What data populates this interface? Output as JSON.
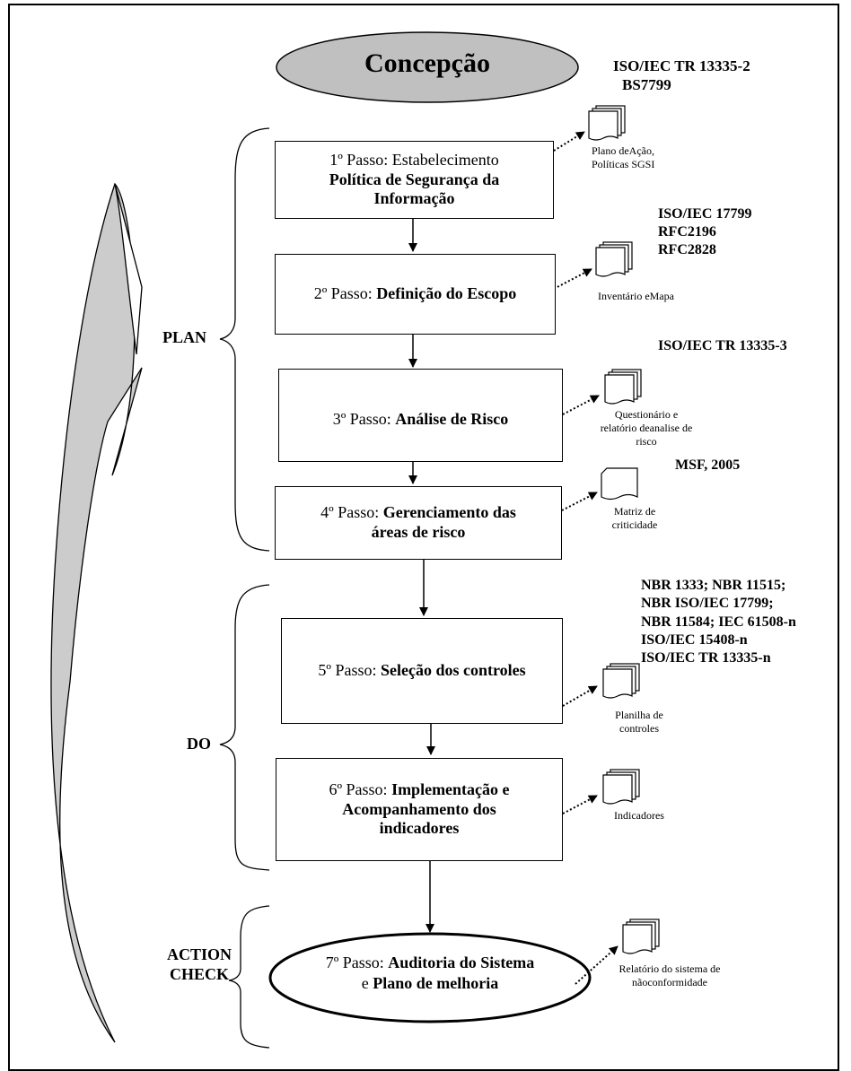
{
  "start": {
    "label": "Concepção"
  },
  "steps": [
    {
      "prefix": "1º Passo: Estabelecimento",
      "title_l1": "Política de Segurança da",
      "title_l2": "Informação"
    },
    {
      "prefix": "2º Passo:",
      "title": "Definição do Escopo"
    },
    {
      "prefix": "3º Passo:",
      "title": "Análise de Risco"
    },
    {
      "prefix": "4º Passo:",
      "title_l1": "Gerenciamento das",
      "title_l2": "áreas de risco"
    },
    {
      "prefix": "5º Passo:",
      "title": "Seleção dos controles"
    },
    {
      "prefix": "6º Passo:",
      "title_l1": "Implementação e",
      "title_l2": "Acompanhamento dos",
      "title_l3": "indicadores"
    },
    {
      "prefix": "7º Passo:",
      "title_l1": "Auditoria do Sistema",
      "conj": "e",
      "title_l2": "Plano de melhoria"
    }
  ],
  "references": {
    "r0": [
      "ISO/IEC TR 13335-2",
      "BS7799"
    ],
    "r2": [
      "ISO/IEC 17799",
      "RFC2196",
      "RFC2828"
    ],
    "r3": [
      "ISO/IEC TR 13335-3"
    ],
    "r4": [
      "MSF, 2005"
    ],
    "r5": [
      "NBR 1333; NBR 11515;",
      "NBR ISO/IEC 17799;",
      "NBR 11584; IEC 61508-n",
      "ISO/IEC 15408-n",
      "ISO/IEC TR 13335-n"
    ]
  },
  "outputs": {
    "o1": [
      "Plano deAção,",
      "Políticas SGSI"
    ],
    "o2": [
      "Inventário eMapa"
    ],
    "o3": [
      "Questionário e",
      "relatório deanalise de",
      "risco"
    ],
    "o4": [
      "Matriz de",
      "criticidade"
    ],
    "o5": [
      "Planilha de",
      "controles"
    ],
    "o6": [
      "Indicadores"
    ],
    "o7": [
      "Relatório do sistema de",
      "nãoconformidade"
    ]
  },
  "phases": {
    "plan": "PLAN",
    "do": "DO",
    "action": "ACTION",
    "check": "CHECK"
  }
}
